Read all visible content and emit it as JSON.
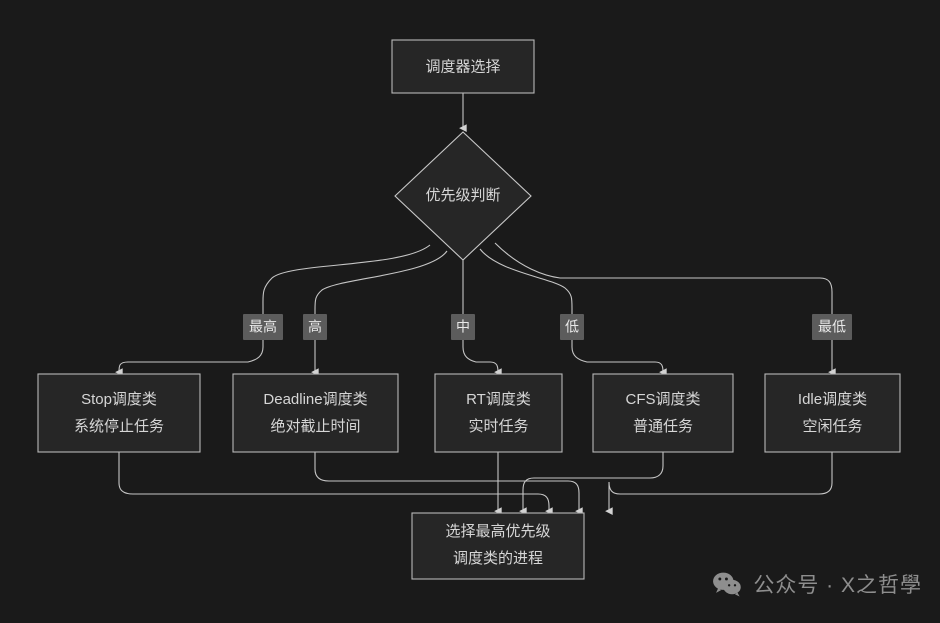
{
  "diagram": {
    "title_node": {
      "label": "调度器选择"
    },
    "decision_node": {
      "label": "优先级判断"
    },
    "result_node": {
      "line1": "选择最高优先级",
      "line2": "调度类的进程"
    },
    "branches": [
      {
        "edge_label": "最高",
        "line1": "Stop调度类",
        "line2": "系统停止任务"
      },
      {
        "edge_label": "高",
        "line1": "Deadline调度类",
        "line2": "绝对截止时间"
      },
      {
        "edge_label": "中",
        "line1": "RT调度类",
        "line2": "实时任务"
      },
      {
        "edge_label": "低",
        "line1": "CFS调度类",
        "line2": "普通任务"
      },
      {
        "edge_label": "最低",
        "line1": "Idle调度类",
        "line2": "空闲任务"
      }
    ]
  },
  "watermark": {
    "icon": "wechat-icon",
    "text": "公众号 · X之哲學"
  },
  "colors": {
    "background": "#1a1a1a",
    "node_fill": "#262626",
    "node_stroke": "#b8b8b8",
    "edge_stroke": "#c6c6c6",
    "text": "#d6d6d6",
    "edge_label_bg": "#5c5c5c",
    "watermark_text": "#8e8e8e"
  }
}
